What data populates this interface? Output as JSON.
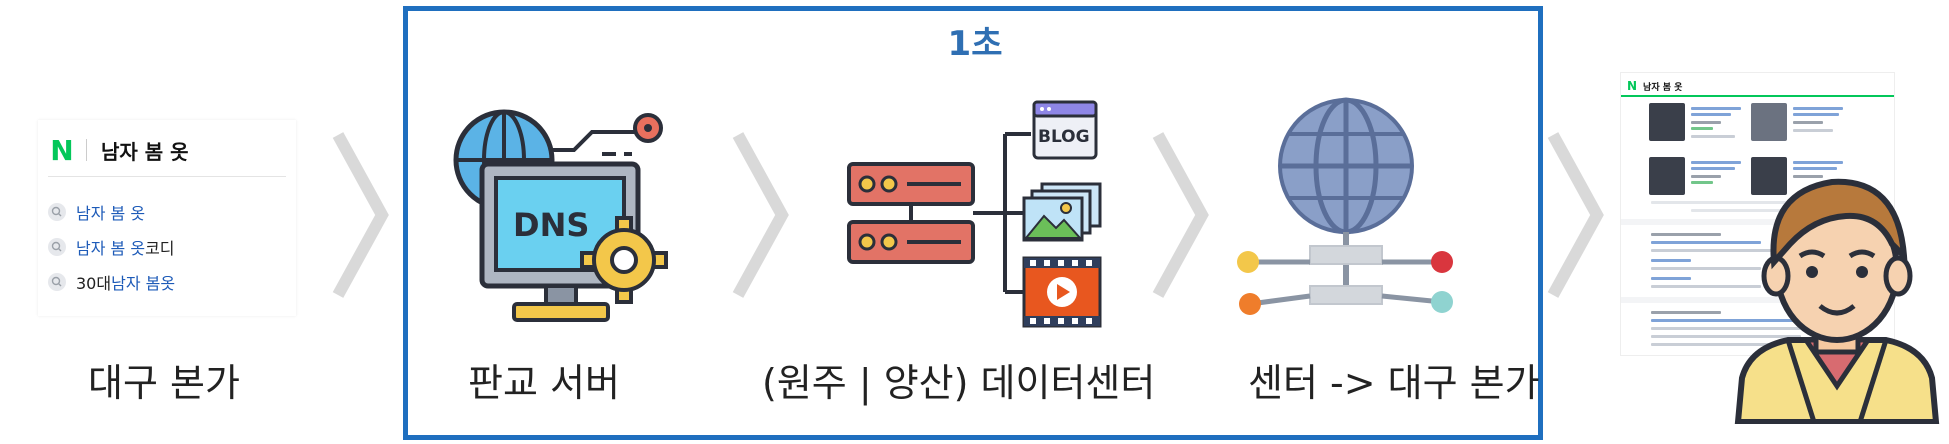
{
  "stage_time": "1초",
  "search_card": {
    "logo": "N",
    "query": "남자 봄 옷",
    "suggestions": [
      {
        "prefix": "",
        "main": "남자 봄 옷",
        "suffix": ""
      },
      {
        "prefix": "",
        "main": "남자 봄 옷",
        "suffix": " 코디"
      },
      {
        "prefix": "30대 ",
        "main": "남자 봄옷",
        "suffix": ""
      }
    ]
  },
  "dns_label": "DNS",
  "blog_label": "BLOG",
  "results_page": {
    "logo": "N",
    "query": "남자 봄 옷"
  },
  "captions": {
    "head_office": "대구 본가",
    "pangyo": "판교 서버",
    "datacenter": "(원주 | 양산) 데이터센터",
    "return": "센터 -> 대구 본가"
  },
  "colors": {
    "frame": "#1f6fbf",
    "accent_text": "#2f6fb3",
    "naver_green": "#03c75a",
    "link_blue": "#1e5bb8"
  }
}
